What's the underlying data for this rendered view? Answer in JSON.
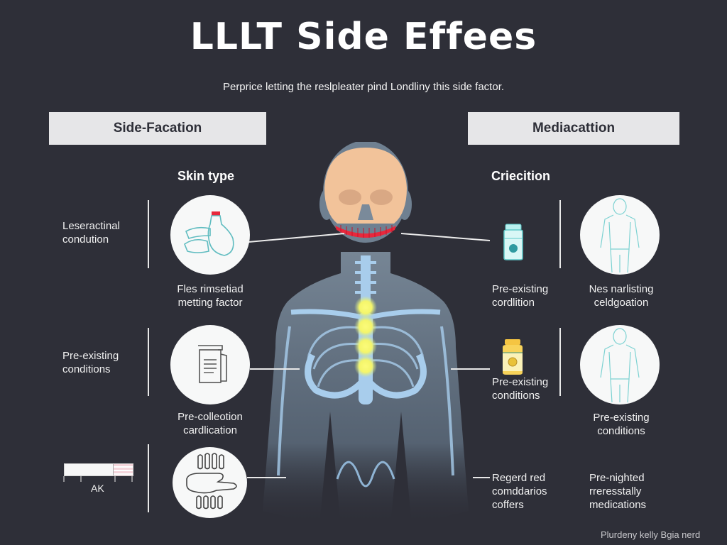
{
  "title": "LLLT Side Effees",
  "subtitle": "Perprice letting the reslpleater pind Londliny this side factor.",
  "left_panel": {
    "header": "Side-Facation",
    "section_label": "Skin type",
    "rows": [
      {
        "label": "Leseractinal\ncondution",
        "icon": "hand-bottle-icon",
        "caption": "Fles rimsetiad\nmetting factor"
      },
      {
        "label": "Pre-existing\nconditions",
        "icon": "document-icon",
        "caption": "Pre-colleotion\ncardlication"
      },
      {
        "label": "AK",
        "icon": "hand-outline-icon",
        "caption": ""
      }
    ]
  },
  "right_panel": {
    "header": "Mediacattion",
    "section_label": "Criecition",
    "rows": [
      {
        "icon": "teal-medicine-jar-icon",
        "label": "Pre-existing\ncordlition",
        "circle_icon": "body-outline-icon",
        "caption": "Nes narlisting\nceldgoation"
      },
      {
        "icon": "yellow-medicine-jar-icon",
        "label": "Pre-existing\nconditions",
        "circle_icon": "body-outline-icon",
        "caption": "Pre-existing\nconditions"
      },
      {
        "label": "Regerd red\ncomddarios\ncoffers",
        "caption": "Pre-nighted\nrreresstally\nmedications"
      }
    ]
  },
  "footer": "Plurdeny kelly Bgia nerd",
  "colors": {
    "background": "#2e2f38",
    "header_box": "#e6e6e8",
    "skull": "#f2c39a",
    "jaw_highlight": "#e8283c",
    "spine": "#a8cdec",
    "glow": "#f4f56a",
    "body": "#6f8091",
    "teal_icon": "#5fc9c9",
    "yellow_jar": "#f5c542"
  }
}
